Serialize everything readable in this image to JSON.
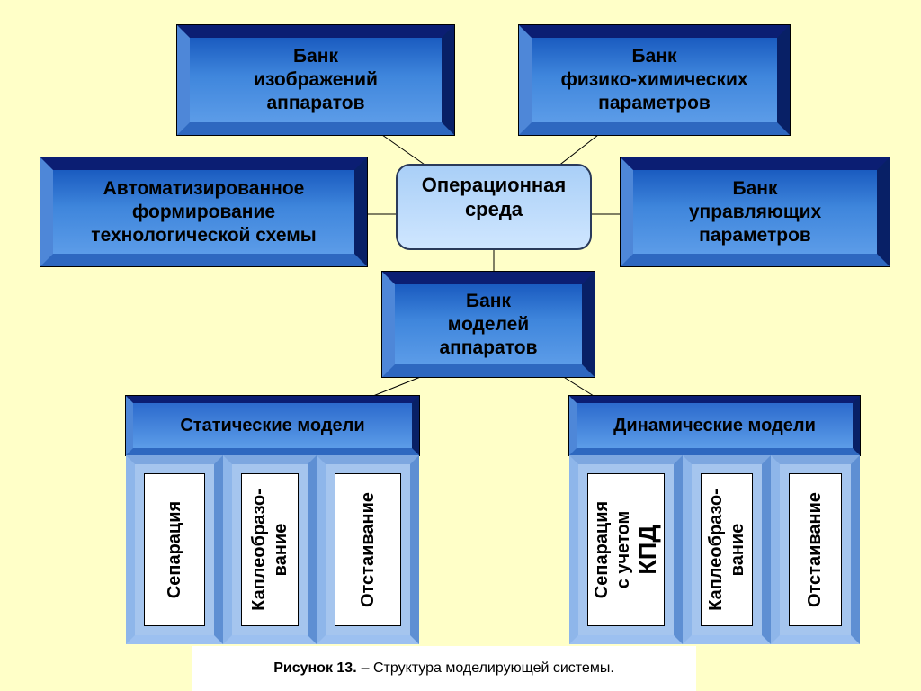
{
  "boxes": {
    "images_bank": "Банк\nизображений\nаппаратов",
    "physchem_bank": "Банк\nфизико-химических\nпараметров",
    "automated": "Автоматизированное\nформирование\nтехнологической схемы",
    "operating_env": "Операционная\nсреда",
    "control_bank": "Банк\nуправляющих\nпараметров",
    "models_bank": "Банк\nмоделей\nаппаратов"
  },
  "static_models": {
    "title": "Статические модели",
    "items": [
      "Сепарация",
      "Каплеобразо-\nвание",
      "Отстаивание"
    ]
  },
  "dynamic_models": {
    "title": "Динамические модели",
    "items": [
      {
        "line1": "Сепарация",
        "line2": "с учетом",
        "line3": "КПД"
      },
      "Каплеобразо-\nвание",
      "Отстаивание"
    ]
  },
  "caption": {
    "label": "Рисунок 13.",
    "text": "– Структура моделирующей системы."
  },
  "colors": {
    "background": "#FFFFC8",
    "box_blue": "#3F86DC",
    "center_fill": "#BFDDFB"
  }
}
